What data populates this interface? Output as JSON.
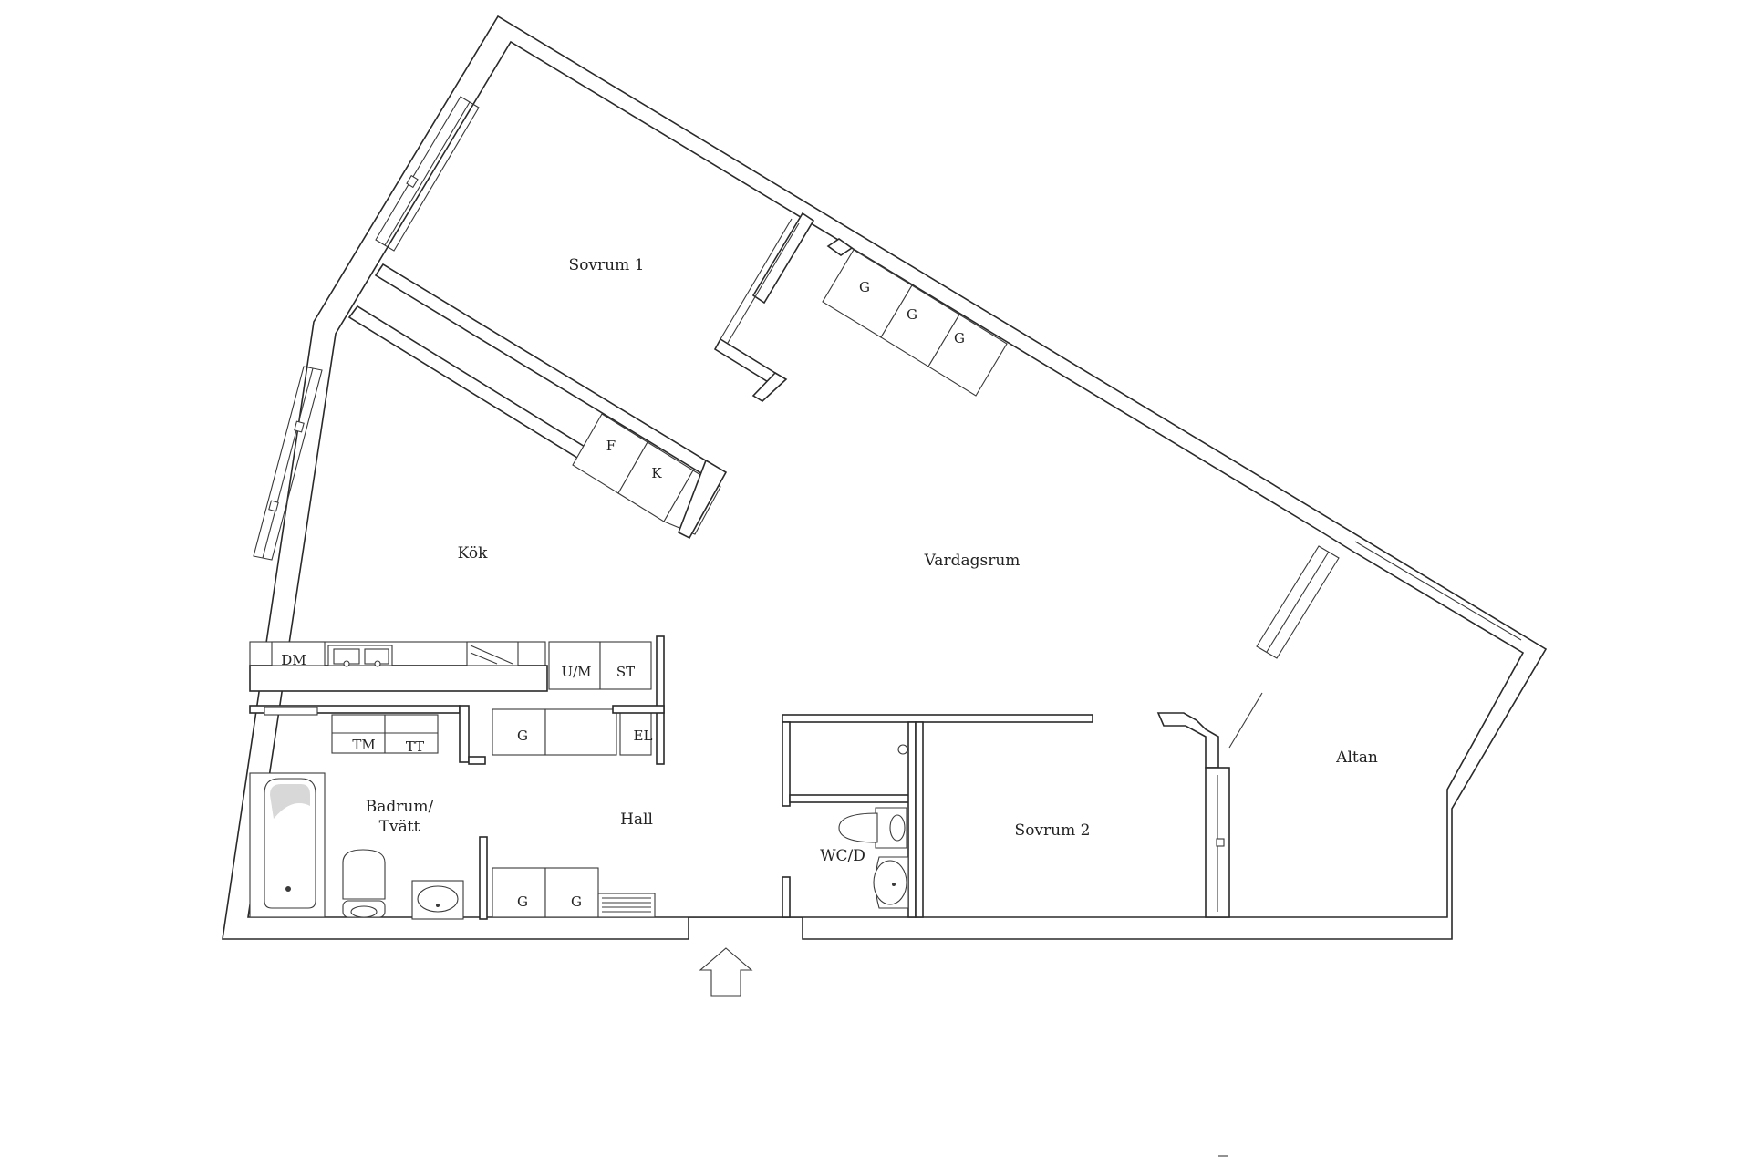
{
  "floorplan": {
    "rooms": {
      "sovrum1": "Sovrum 1",
      "kok": "Kök",
      "vardagsrum": "Vardagsrum",
      "altan": "Altan",
      "badrum_line1": "Badrum/",
      "badrum_line2": "Tvätt",
      "hall": "Hall",
      "wcd": "WC/D",
      "sovrum2": "Sovrum 2"
    },
    "fixtures": {
      "wardrobe_g": "G",
      "fridge": "F",
      "freezer": "K",
      "dishwasher": "DM",
      "microwave": "U/M",
      "stove": "ST",
      "washer": "TM",
      "dryer": "TT",
      "electrical": "EL"
    },
    "entrance_icon": "up-arrow-icon"
  }
}
